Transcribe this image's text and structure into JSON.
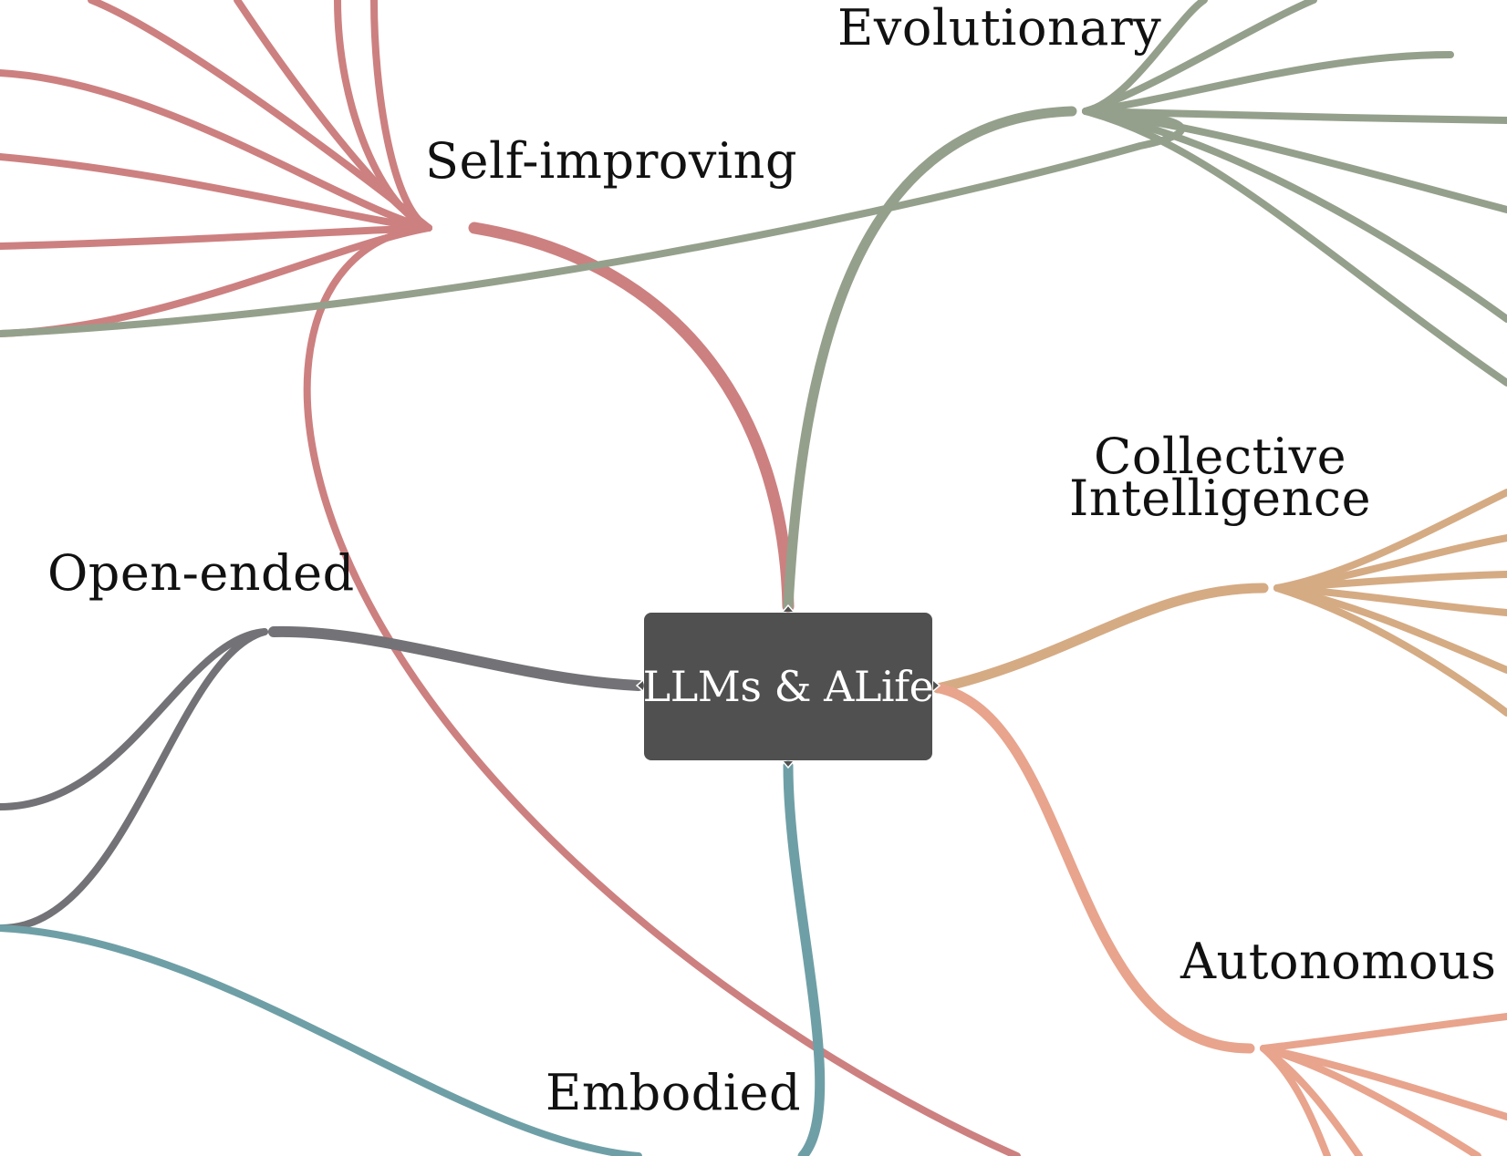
{
  "central_node": {
    "label": "LLMs & ALife",
    "fill": "#505050",
    "text_color": "#ffffff"
  },
  "branches": [
    {
      "id": "self-improving",
      "label": "Self-improving",
      "color": "#cd8080"
    },
    {
      "id": "evolutionary",
      "label": "Evolutionary",
      "color": "#94a08b"
    },
    {
      "id": "collective-intelligence",
      "label_line1": "Collective",
      "label_line2": "Intelligence",
      "color": "#d5ab84"
    },
    {
      "id": "open-ended",
      "label": "Open-ended",
      "color": "#727277"
    },
    {
      "id": "embodied",
      "label": "Embodied",
      "color": "#6f9fa6"
    },
    {
      "id": "autonomous",
      "label": "Autonomous",
      "color": "#e8a48d"
    }
  ],
  "collapse_handle_icon": "chevron-handle-icon"
}
